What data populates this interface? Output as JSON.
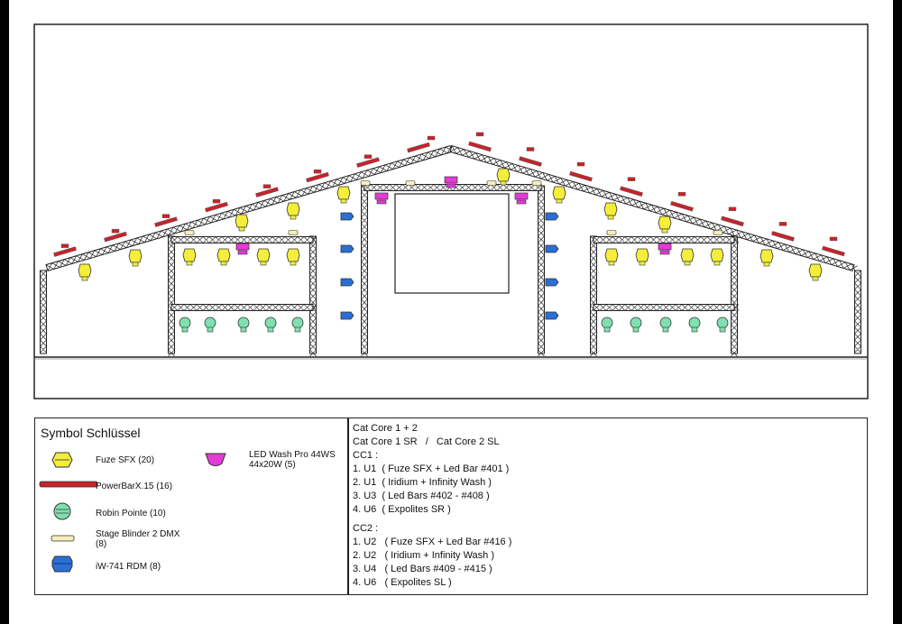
{
  "legend": {
    "title": "Symbol Schlüssel",
    "items": [
      {
        "label": "Fuze SFX (20)",
        "icon": "fuze-sfx-icon",
        "color": "#f4ee3a"
      },
      {
        "label": "PowerBarX.15 (16)",
        "icon": "powerbar-icon",
        "color": "#c8232b"
      },
      {
        "label": "Robin Pointe (10)",
        "icon": "robin-pointe-icon",
        "color": "#7fe0b0"
      },
      {
        "label": "Stage Blinder 2 DMX",
        "label2": "(8)",
        "icon": "stage-blinder-icon",
        "color": "#f4efb8"
      },
      {
        "label": "iW-741 RDM (8)",
        "icon": "iw741-icon",
        "color": "#2a6fd6"
      },
      {
        "label": "LED Wash Pro 44WS",
        "label2": "44x20W (5)",
        "icon": "led-wash-icon",
        "color": "#e43ad6"
      }
    ]
  },
  "notes": [
    "Cat Core 1 + 2",
    "Cat Core 1 SR   /   Cat Core 2 SL",
    "CC1 :",
    "1. U1  ( Fuze SFX + Led Bar #401 )",
    "2. U1  ( Iridium + Infinity Wash )",
    "3. U3  ( Led Bars #402 - #408 )",
    "4. U6  ( Expolites SR )",
    "",
    "CC2 :",
    "1. U2   ( Fuze SFX + Led Bar #416 )",
    "2. U2   ( Iridium + Infinity Wash )",
    "3. U4   ( Led Bars #409 - #415 )",
    "4. U6   ( Expolites SL )"
  ],
  "colors": {
    "fuze": "#f4ee3a",
    "powerbar": "#c8232b",
    "pointe": "#7fe0b0",
    "blinder": "#f4efb8",
    "iw741": "#2a6fd6",
    "ledwash": "#e43ad6",
    "truss": "#222222"
  }
}
